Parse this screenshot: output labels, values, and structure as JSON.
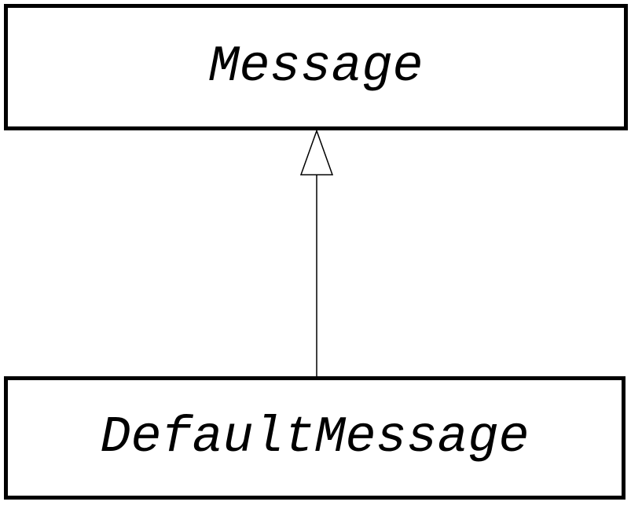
{
  "diagram": {
    "type": "uml-class-diagram",
    "classes": [
      {
        "name": "Message",
        "text_style": "italic"
      },
      {
        "name": "DefaultMessage",
        "text_style": "italic"
      }
    ],
    "relationship": {
      "type": "generalization",
      "from": "DefaultMessage",
      "to": "Message",
      "arrow_head": "hollow-triangle"
    },
    "colors": {
      "stroke": "#000000",
      "fill": "#ffffff",
      "text": "#000000",
      "background": "#ffffff"
    }
  }
}
